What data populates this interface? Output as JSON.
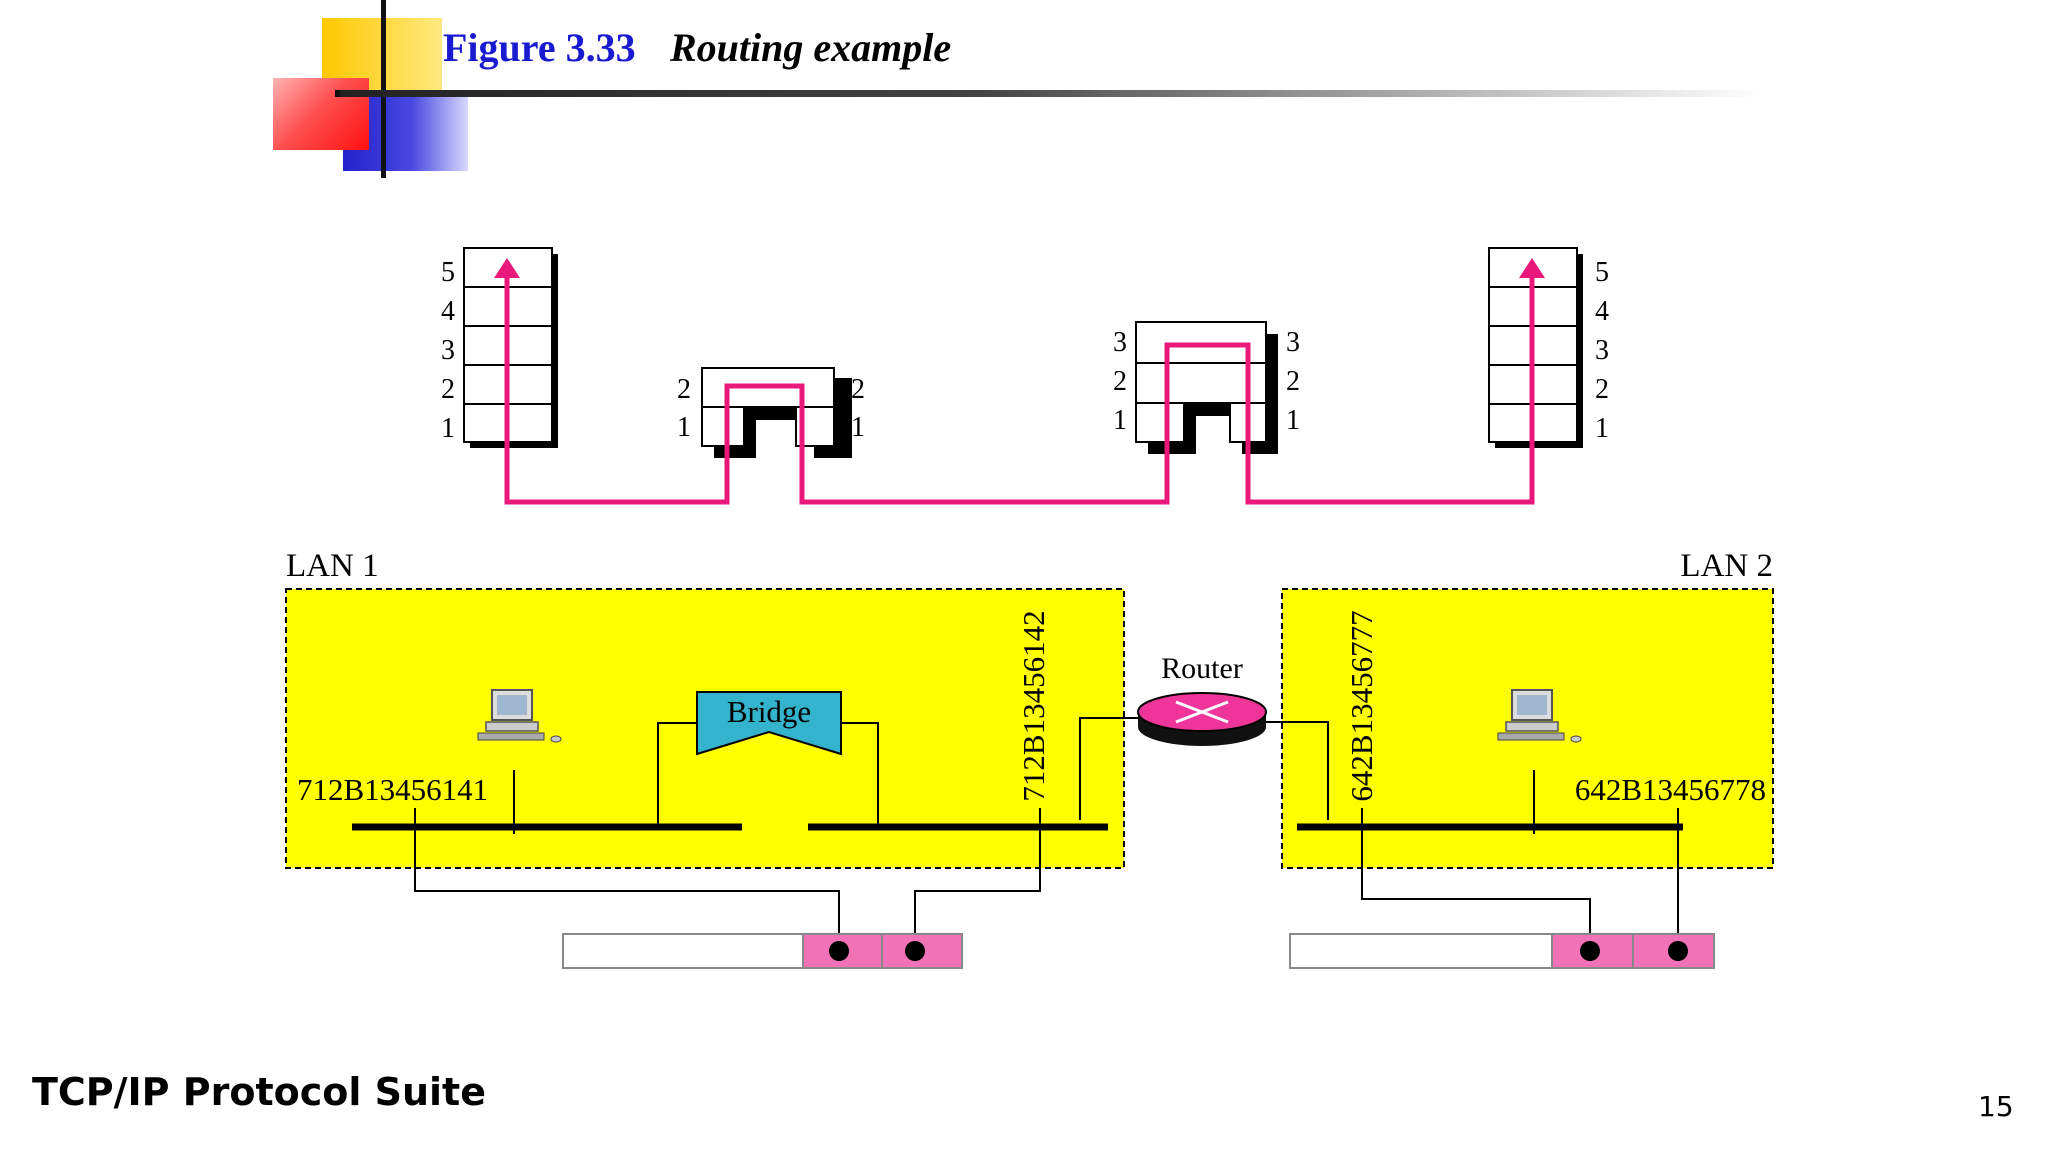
{
  "slide": {
    "figure_number": "Figure 3.33",
    "figure_title": "Routing example",
    "footer": "TCP/IP Protocol Suite",
    "page_number": "15"
  },
  "colors": {
    "lan_fill": "#ffff00",
    "path": "#e8197b",
    "bridge_fill": "#33b3cc",
    "router_fill": "#f0359a",
    "table_cell": "#f272b8",
    "title_blue": "#1a1ad0"
  },
  "diagram": {
    "lan1_label": "LAN 1",
    "lan2_label": "LAN 2",
    "bridge_label": "Bridge",
    "router_label": "Router",
    "host1_address": "712B13456141",
    "router_port1_address": "712B13456142",
    "router_port2_address": "642B13456777",
    "host2_address": "642B13456778",
    "icons": [
      "computer-icon",
      "computer-icon"
    ],
    "stack_source": [
      "5",
      "4",
      "3",
      "2",
      "1"
    ],
    "stack_destination": [
      "5",
      "4",
      "3",
      "2",
      "1"
    ],
    "stack_bridge_left": [
      "2",
      "1"
    ],
    "stack_bridge_right": [
      "2",
      "1"
    ],
    "stack_router_left": [
      "3",
      "2",
      "1"
    ],
    "stack_router_right": [
      "3",
      "2",
      "1"
    ]
  }
}
